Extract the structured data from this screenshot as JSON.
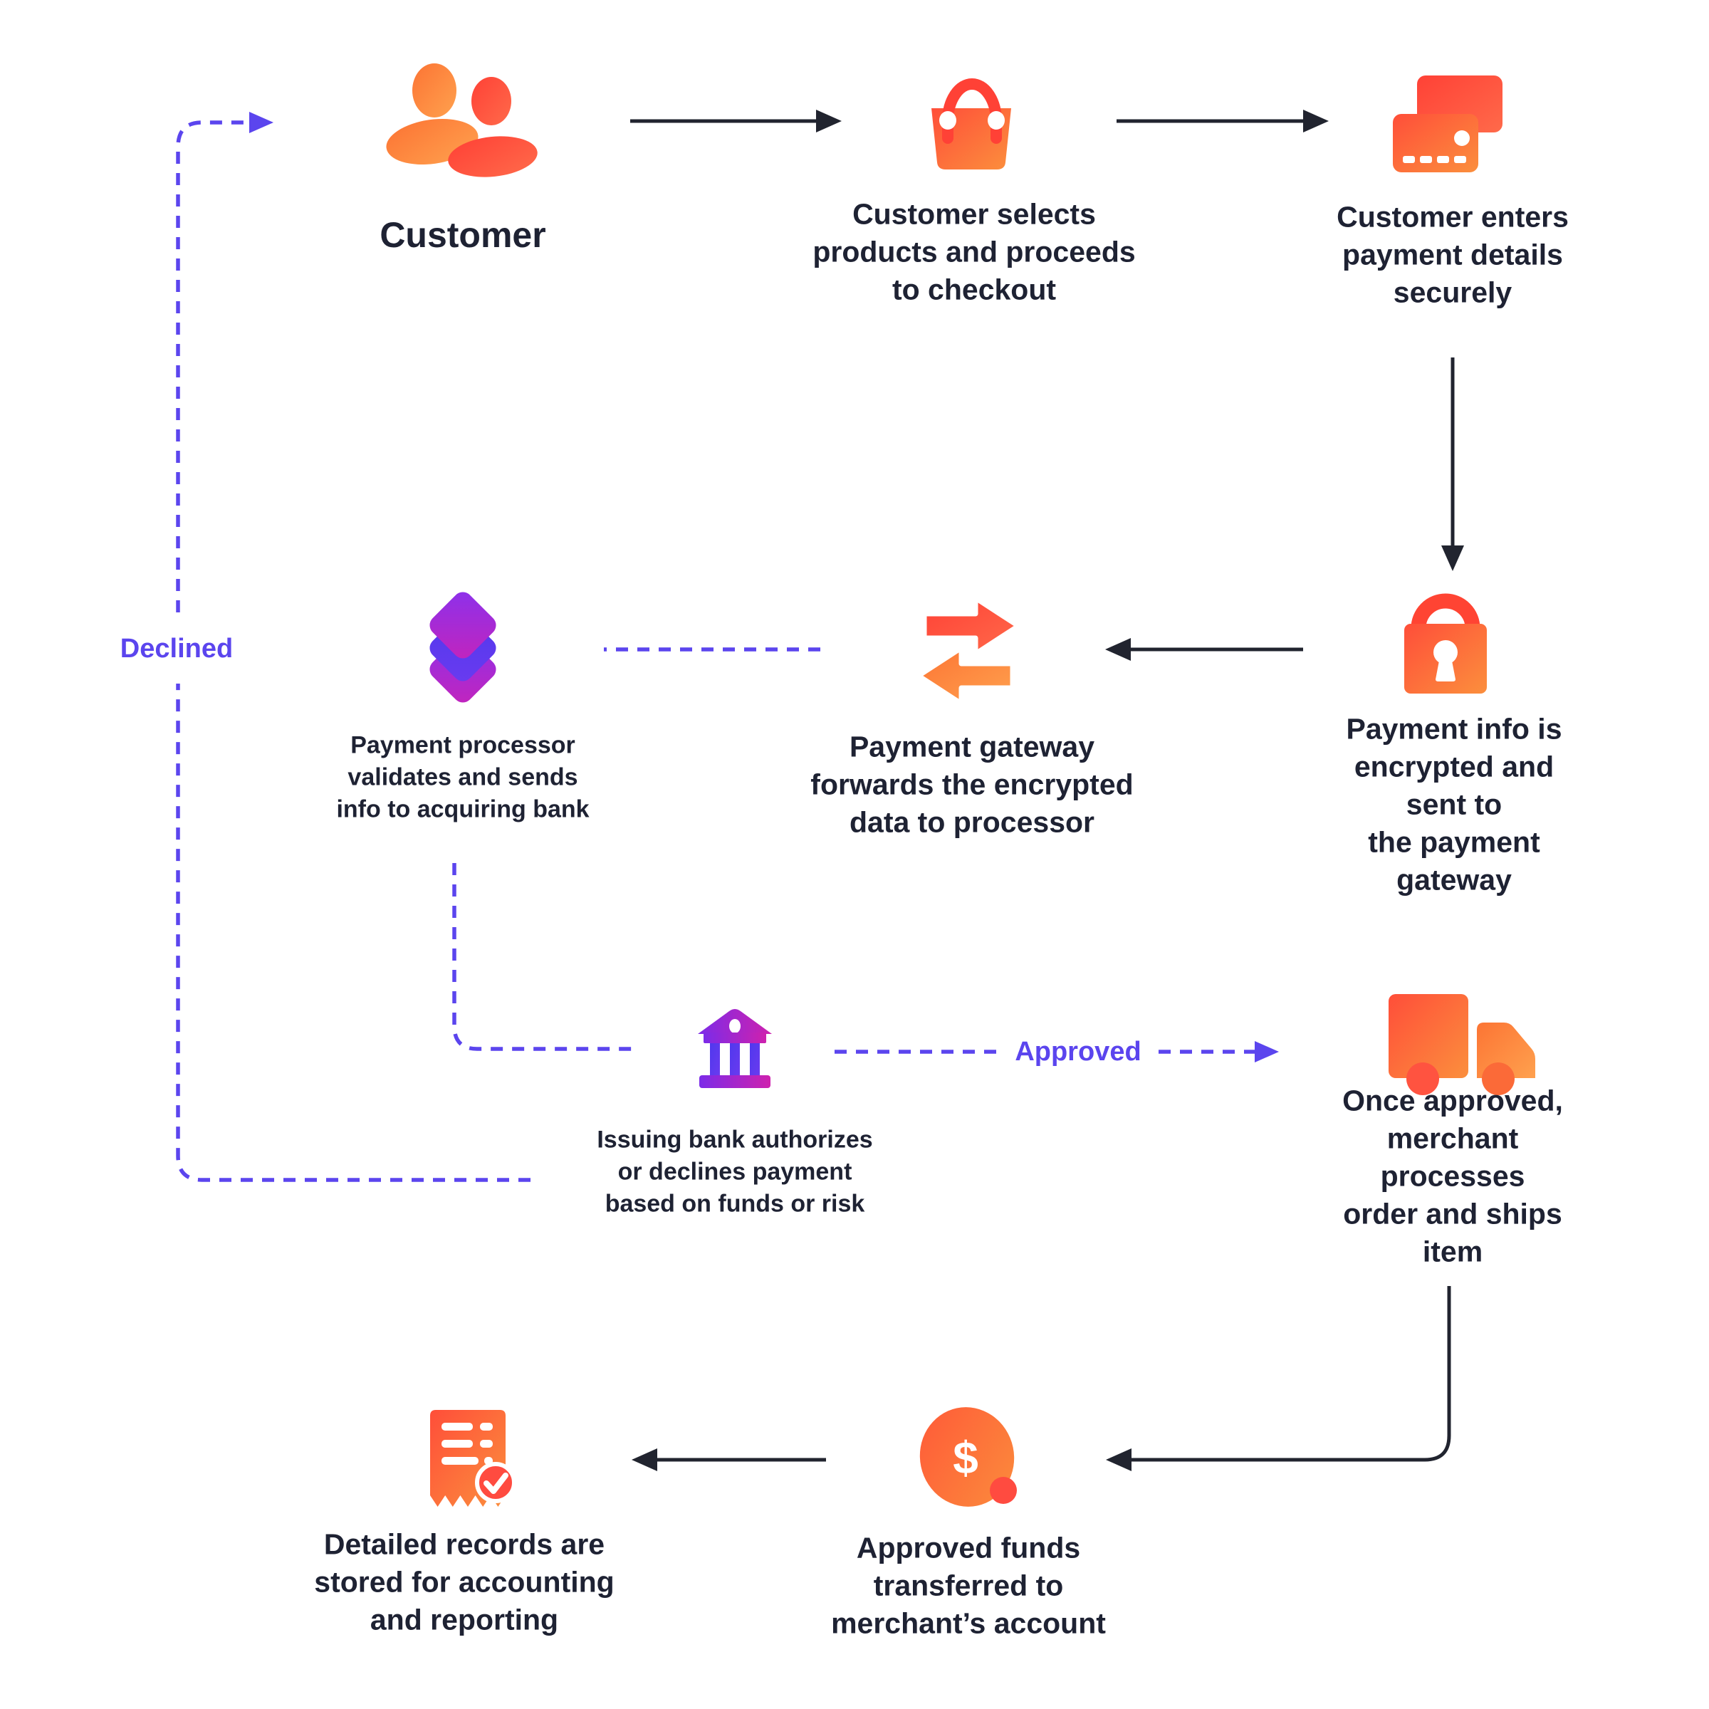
{
  "flow": {
    "customer": {
      "label": "Customer",
      "icon": "people-icon"
    },
    "checkout": {
      "label": "Customer selects\nproducts and proceeds\nto checkout",
      "icon": "shopping-bag-icon"
    },
    "payment_details": {
      "label": "Customer enters\npayment details\nsecurely",
      "icon": "credit-cards-icon"
    },
    "encryption": {
      "label": "Payment info is\nencrypted and sent to\nthe payment gateway",
      "icon": "lock-icon"
    },
    "gateway": {
      "label": "Payment gateway\nforwards the encrypted\ndata to processor",
      "icon": "transfer-arrows-icon"
    },
    "processor": {
      "label": "Payment processor\nvalidates and sends\ninfo to acquiring bank",
      "icon": "layers-icon"
    },
    "issuing_bank": {
      "label": "Issuing bank authorizes\nor declines payment\nbased on funds or risk",
      "icon": "bank-icon"
    },
    "shipping": {
      "label": "Once approved,\nmerchant processes\norder and ships item",
      "icon": "delivery-truck-icon"
    },
    "funds": {
      "label": "Approved funds\ntransferred to\nmerchant’s account",
      "symbol": "$",
      "icon": "dollar-coin-icon"
    },
    "records": {
      "label": "Detailed records are\nstored for accounting\nand reporting",
      "icon": "receipt-icon"
    }
  },
  "edge_labels": {
    "declined": "Declined",
    "approved": "Approved"
  },
  "colors": {
    "accent_purple": "#5B45EE",
    "connector_black": "#21242F",
    "orange_gradient_start": "#FF4E39",
    "orange_gradient_end": "#FB8F3D",
    "red": "#FF4136",
    "purple_gradient_start": "#7C2BE8",
    "magenta_gradient_end": "#CE21AE",
    "column_blue": "#5742EC",
    "text_dark": "#1E2233",
    "background": "#FFFFFF"
  }
}
